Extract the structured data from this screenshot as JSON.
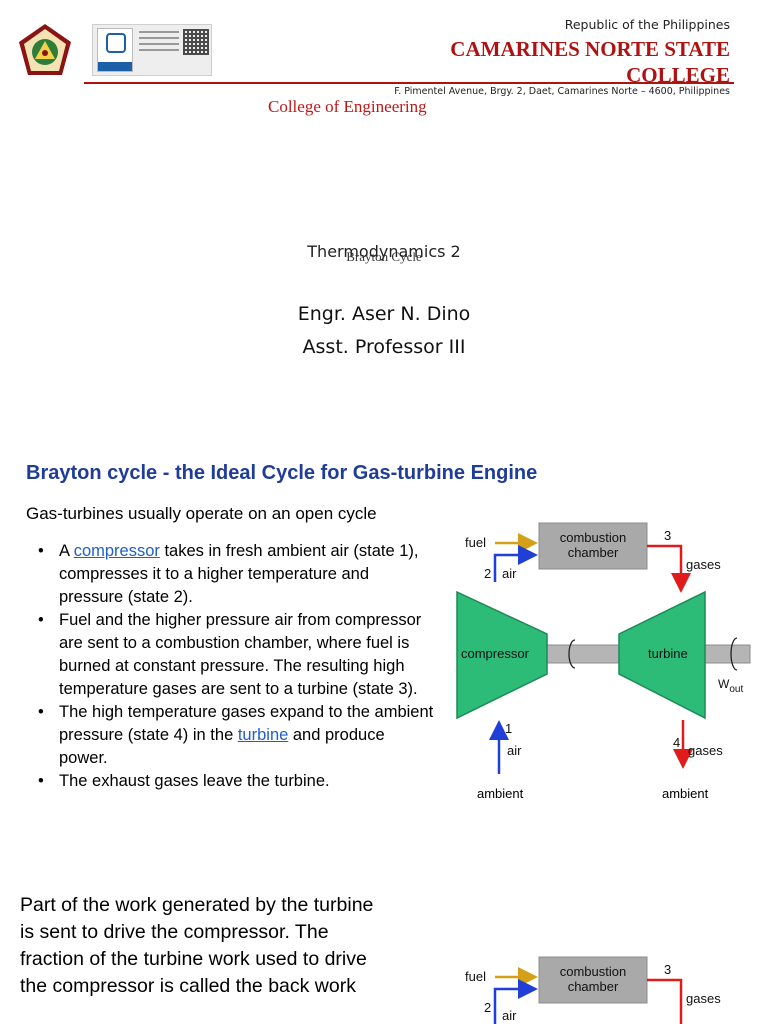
{
  "slide1": {
    "republic": "Republic of the Philippines",
    "college_line1": "CAMARINES NORTE STATE",
    "college_line2": "COLLEGE",
    "address": "F. Pimentel Avenue, Brgy. 2, Daet, Camarines Norte – 4600, Philippines",
    "department": "College of Engineering",
    "course": "Thermodynamics 2",
    "subtitle": "Brayton Cycle",
    "author": "Engr. Aser N. Dino",
    "role": "Asst. Professor III",
    "icons": {
      "seal": "college-seal-icon",
      "certification": "tuv-certification-badge-icon"
    },
    "colors": {
      "brand_red": "#b01212"
    }
  },
  "slide2": {
    "title": "Brayton cycle - the Ideal Cycle for Gas-turbine Engine",
    "lead": "Gas-turbines usually operate on an open cycle",
    "bullets": {
      "b1_pre": "A ",
      "b1_link": "compressor",
      "b1_post": " takes in fresh ambient air (state 1), compresses it to a higher temperature and pressure (state 2).",
      "b2": "Fuel and the higher pressure air from compressor are sent to a combustion chamber, where fuel is burned at constant pressure. The resulting high temperature gases are sent to a turbine (state 3).",
      "b3_pre": "The high temperature gases expand to the ambient pressure (state 4) in the ",
      "b3_link": "turbine",
      "b3_post": " and produce power.",
      "b4": "The exhaust gases leave the turbine."
    },
    "colors": {
      "title": "#1f3c99",
      "link": "#1f5fc9"
    }
  },
  "slide3": {
    "paragraph": "Part of the work generated by the turbine is sent to drive the compressor. The fraction of the turbine work used to drive the compressor is called the back work"
  },
  "diagram": {
    "fuel": "fuel",
    "combustion_line1": "combustion",
    "combustion_line2": "chamber",
    "state2": "2",
    "state3": "3",
    "state1": "1",
    "state4": "4",
    "air": "air",
    "gases": "gases",
    "compressor": "compressor",
    "turbine": "turbine",
    "w": "W",
    "w_sub": "out",
    "ambient": "ambient",
    "colors": {
      "machine": "#2dbb78",
      "chamber": "#a9a9a9",
      "fuel": "#d4a017",
      "air": "#1f3fd6",
      "gas": "#e01b1b"
    }
  }
}
